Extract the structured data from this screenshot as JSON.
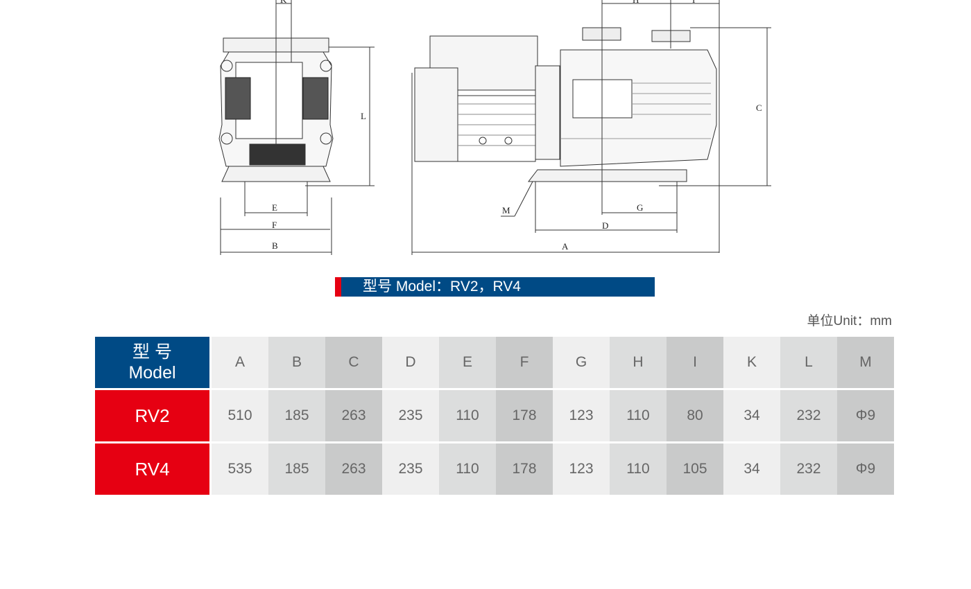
{
  "drawing": {
    "dimension_labels": {
      "K": "K",
      "L": "L",
      "E": "E",
      "F": "F",
      "B": "B",
      "H": "H",
      "I": "I",
      "C": "C",
      "M": "M",
      "G": "G",
      "D": "D",
      "A": "A"
    }
  },
  "title": "型号 Model：RV2，RV4",
  "unit": "单位Unit：mm",
  "table": {
    "model_header_line1": "型 号",
    "model_header_line2": "Model",
    "columns": [
      "A",
      "B",
      "C",
      "D",
      "E",
      "F",
      "G",
      "H",
      "I",
      "K",
      "L",
      "M"
    ],
    "rows": [
      {
        "model": "RV2",
        "values": [
          "510",
          "185",
          "263",
          "235",
          "110",
          "178",
          "123",
          "110",
          "80",
          "34",
          "232",
          "Φ9"
        ]
      },
      {
        "model": "RV4",
        "values": [
          "535",
          "185",
          "263",
          "235",
          "110",
          "178",
          "123",
          "110",
          "105",
          "34",
          "232",
          "Φ9"
        ]
      }
    ]
  },
  "colors": {
    "blue": "#004a85",
    "red": "#e60012"
  }
}
